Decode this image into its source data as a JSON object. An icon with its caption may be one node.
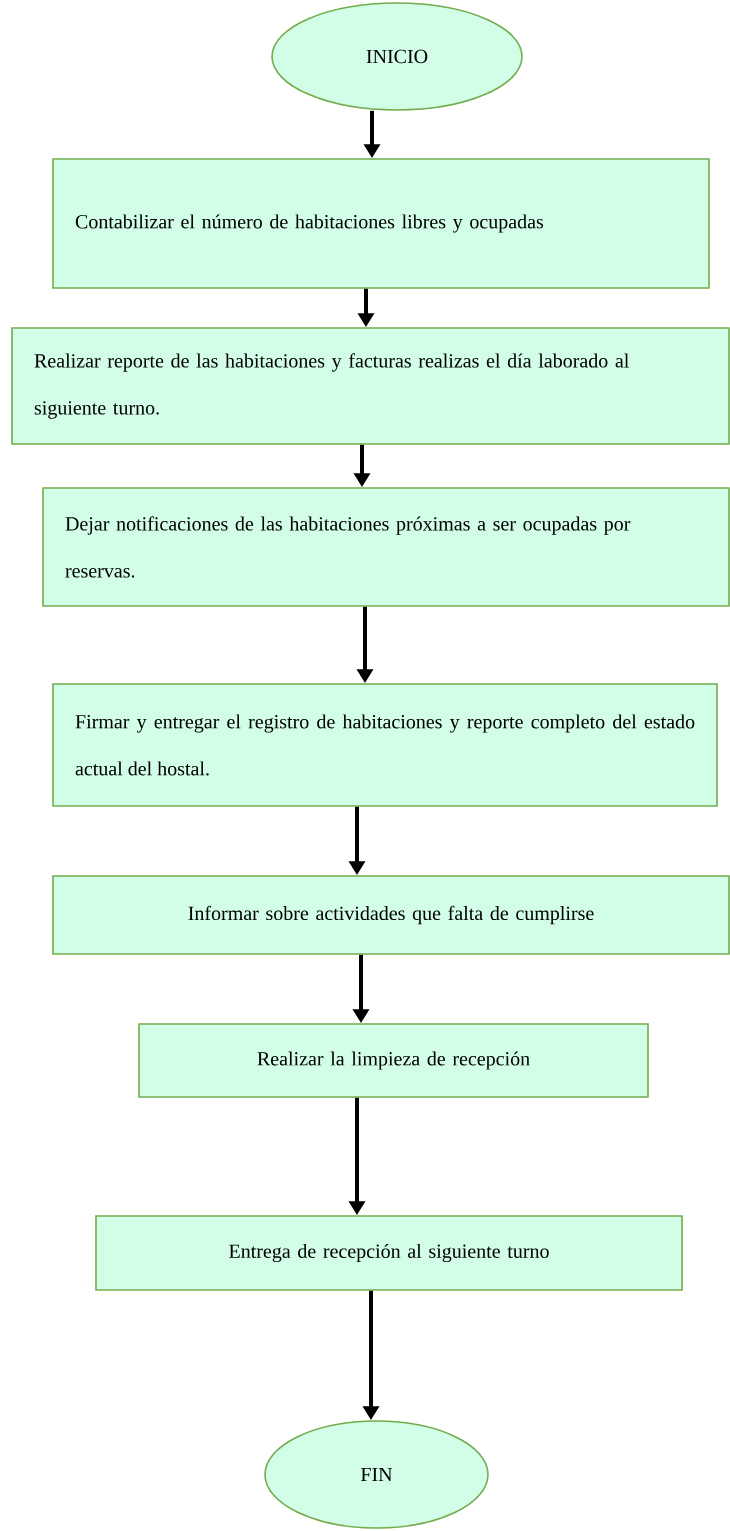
{
  "diagram": {
    "nodes": [
      {
        "text": [
          "INICIO"
        ]
      },
      {
        "text": [
          "Contabilizar el número de habitaciones libres y ocupadas"
        ]
      },
      {
        "text": [
          "Realizar reporte de las habitaciones y facturas realizas el día laborado al siguiente turno."
        ]
      },
      {
        "text": [
          "Dejar notificaciones de las habitaciones próximas a ser ocupadas por reservas."
        ]
      },
      {
        "text": [
          "Firmar y entregar el registro de habitaciones y reporte completo del estado actual del hostal."
        ]
      },
      {
        "text": [
          "Informar sobre actividades que falta de cumplirse"
        ]
      },
      {
        "text": [
          "Realizar la limpieza de recepción"
        ]
      },
      {
        "text": [
          "Entrega de recepción al siguiente turno"
        ]
      },
      {
        "text": [
          "FIN"
        ]
      }
    ],
    "edges": [
      {
        "from": 0,
        "to": 1,
        "arrow": "to"
      },
      {
        "from": 1,
        "to": 2,
        "arrow": "to"
      },
      {
        "from": 2,
        "to": 3,
        "arrow": "to"
      },
      {
        "from": 3,
        "to": 4,
        "arrow": "to"
      },
      {
        "from": 4,
        "to": 5,
        "arrow": "to"
      },
      {
        "from": 5,
        "to": 6,
        "arrow": "to"
      },
      {
        "from": 6,
        "to": 7,
        "arrow": "to"
      },
      {
        "from": 7,
        "to": 8,
        "arrow": "to"
      }
    ]
  }
}
